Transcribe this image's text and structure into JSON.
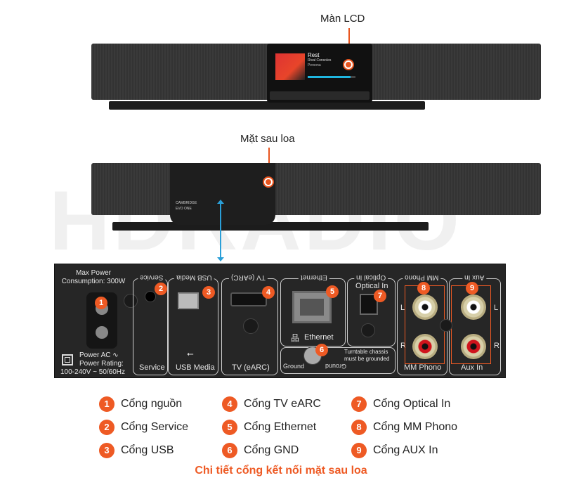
{
  "watermark": "HDRADIO",
  "callouts": {
    "lcd": "Màn LCD",
    "rear": "Mặt sau loa"
  },
  "screen": {
    "track": "Rest",
    "artist": "Rival Consoles",
    "album": "Persona",
    "progress": 0.9
  },
  "rear_badge": {
    "brand": "CAMBRIDGE",
    "model": "EVO ONE"
  },
  "panel": {
    "power_title": "Max Power Consumption: 300W",
    "power_ac": "Power AC ∿",
    "power_rating": "Power Rating:",
    "power_range": "100-240V ~ 50/60Hz",
    "sections": [
      {
        "top": "Service",
        "bottom": "Service"
      },
      {
        "top": "USB Media",
        "bottom": "USB Media"
      },
      {
        "top": "TV (eARC)",
        "bottom": "TV (eARC)"
      },
      {
        "top": "Ethernet",
        "bottom": "Ethernet"
      },
      {
        "top": "Optical In",
        "bottom": "Optical In"
      },
      {
        "top": "MM Phono",
        "bottom": "MM Phono"
      },
      {
        "top": "Aux In",
        "bottom": "Aux In"
      }
    ],
    "ground_left": "Ground",
    "ground_right": "Ground",
    "turntable_note1": "Turntable chassis",
    "turntable_note2": "must be grounded",
    "ch_l": "L",
    "ch_r": "R",
    "badges": [
      "1",
      "2",
      "3",
      "4",
      "5",
      "6",
      "7",
      "8",
      "9"
    ]
  },
  "legend": [
    {
      "num": "1",
      "label": "Cổng nguồn"
    },
    {
      "num": "2",
      "label": "Cổng Service"
    },
    {
      "num": "3",
      "label": "Cổng USB"
    },
    {
      "num": "4",
      "label": "Cổng TV eARC"
    },
    {
      "num": "5",
      "label": "Cổng Ethernet"
    },
    {
      "num": "6",
      "label": "Cổng GND"
    },
    {
      "num": "7",
      "label": "Cổng Optical In"
    },
    {
      "num": "8",
      "label": "Cổng MM Phono"
    },
    {
      "num": "9",
      "label": "Cổng AUX In"
    }
  ],
  "caption": "Chi tiết cổng kết nối mặt sau loa",
  "colors": {
    "accent": "#ee5a24",
    "arrow": "#2a9fd8",
    "panel": "#262626"
  }
}
